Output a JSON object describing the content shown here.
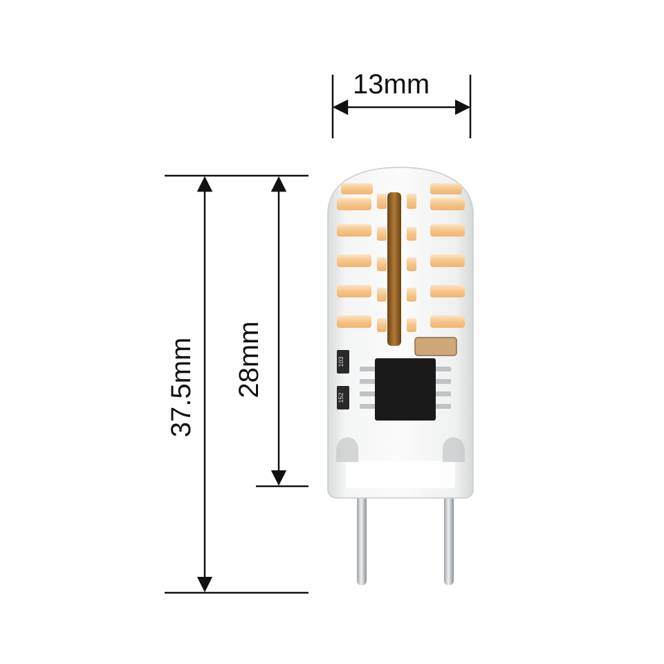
{
  "dimensions": {
    "width_label": "13mm",
    "total_length_label": "37.5mm",
    "body_length_label": "28mm"
  },
  "colors": {
    "line": "#111111",
    "led_warm": "#f6c58a",
    "chip": "#1a1a1a",
    "wick": "#8a5a1e",
    "silicone": "#eef0f0",
    "pin": "#cfd2d5"
  },
  "bulb": {
    "chip_label_top": "103",
    "chip_label_bottom": "152"
  }
}
